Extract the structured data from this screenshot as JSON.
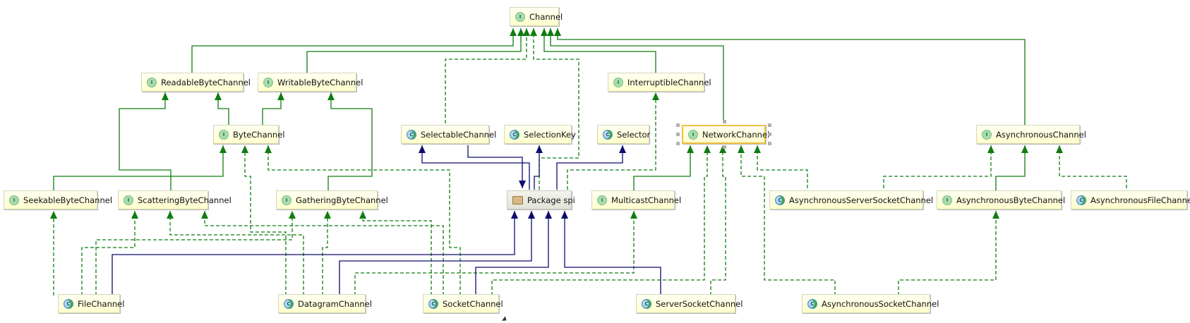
{
  "diagram": {
    "title": "java.nio.channels class hierarchy",
    "colors": {
      "inherit": "#107c10",
      "dependency": "#0c0c6e",
      "selection": "#f0c040"
    },
    "nodes": [
      {
        "id": "channel",
        "label": "Channel",
        "kind": "interface"
      },
      {
        "id": "readable",
        "label": "ReadableByteChannel",
        "kind": "interface"
      },
      {
        "id": "writable",
        "label": "WritableByteChannel",
        "kind": "interface"
      },
      {
        "id": "interruptible",
        "label": "InterruptibleChannel",
        "kind": "interface"
      },
      {
        "id": "bytechannel",
        "label": "ByteChannel",
        "kind": "interface"
      },
      {
        "id": "selectable",
        "label": "SelectableChannel",
        "kind": "abstract-class"
      },
      {
        "id": "selectionkey",
        "label": "SelectionKey",
        "kind": "abstract-class"
      },
      {
        "id": "selector",
        "label": "Selector",
        "kind": "abstract-class"
      },
      {
        "id": "network",
        "label": "NetworkChannel",
        "kind": "interface",
        "selected": true
      },
      {
        "id": "async",
        "label": "AsynchronousChannel",
        "kind": "interface"
      },
      {
        "id": "seekable",
        "label": "SeekableByteChannel",
        "kind": "interface"
      },
      {
        "id": "scattering",
        "label": "ScatteringByteChannel",
        "kind": "interface"
      },
      {
        "id": "gathering",
        "label": "GatheringByteChannel",
        "kind": "interface"
      },
      {
        "id": "spi",
        "label": "Package spi",
        "kind": "package"
      },
      {
        "id": "multicast",
        "label": "MulticastChannel",
        "kind": "interface"
      },
      {
        "id": "asyncserversocket",
        "label": "AsynchronousServerSocketChannel",
        "kind": "abstract-class"
      },
      {
        "id": "asyncbyte",
        "label": "AsynchronousByteChannel",
        "kind": "interface"
      },
      {
        "id": "asyncfile",
        "label": "AsynchronousFileChannel",
        "kind": "abstract-class"
      },
      {
        "id": "filechannel",
        "label": "FileChannel",
        "kind": "abstract-class"
      },
      {
        "id": "datagram",
        "label": "DatagramChannel",
        "kind": "abstract-class"
      },
      {
        "id": "socket",
        "label": "SocketChannel",
        "kind": "abstract-class"
      },
      {
        "id": "serversocket",
        "label": "ServerSocketChannel",
        "kind": "abstract-class"
      },
      {
        "id": "asyncsocket",
        "label": "AsynchronousSocketChannel",
        "kind": "abstract-class"
      }
    ],
    "edges": [
      {
        "from": "readable",
        "to": "channel",
        "type": "extends"
      },
      {
        "from": "writable",
        "to": "channel",
        "type": "extends"
      },
      {
        "from": "selectable",
        "to": "channel",
        "type": "implements"
      },
      {
        "from": "spi",
        "to": "channel",
        "type": "implements"
      },
      {
        "from": "interruptible",
        "to": "channel",
        "type": "extends"
      },
      {
        "from": "network",
        "to": "channel",
        "type": "extends"
      },
      {
        "from": "async",
        "to": "channel",
        "type": "extends"
      },
      {
        "from": "bytechannel",
        "to": "readable",
        "type": "extends"
      },
      {
        "from": "bytechannel",
        "to": "writable",
        "type": "extends"
      },
      {
        "from": "scattering",
        "to": "readable",
        "type": "extends"
      },
      {
        "from": "gathering",
        "to": "writable",
        "type": "extends"
      },
      {
        "from": "seekable",
        "to": "bytechannel",
        "type": "extends"
      },
      {
        "from": "socket",
        "to": "bytechannel",
        "type": "implements"
      },
      {
        "from": "datagram",
        "to": "bytechannel",
        "type": "implements"
      },
      {
        "from": "spi",
        "to": "interruptible",
        "type": "implements"
      },
      {
        "from": "spi",
        "to": "selectable",
        "type": "uses"
      },
      {
        "from": "selectable",
        "to": "spi",
        "type": "uses"
      },
      {
        "from": "spi",
        "to": "selectionkey",
        "type": "uses"
      },
      {
        "from": "spi",
        "to": "selector",
        "type": "uses"
      },
      {
        "from": "multicast",
        "to": "network",
        "type": "extends"
      },
      {
        "from": "serversocket",
        "to": "network",
        "type": "implements"
      },
      {
        "from": "socket",
        "to": "network",
        "type": "implements"
      },
      {
        "from": "asyncsocket",
        "to": "network",
        "type": "implements"
      },
      {
        "from": "asyncserversocket",
        "to": "network",
        "type": "implements"
      },
      {
        "from": "asyncserversocket",
        "to": "async",
        "type": "implements"
      },
      {
        "from": "asyncbyte",
        "to": "async",
        "type": "extends"
      },
      {
        "from": "asyncfile",
        "to": "async",
        "type": "implements"
      },
      {
        "from": "asyncsocket",
        "to": "asyncbyte",
        "type": "implements"
      },
      {
        "from": "filechannel",
        "to": "seekable",
        "type": "implements"
      },
      {
        "from": "filechannel",
        "to": "scattering",
        "type": "implements"
      },
      {
        "from": "filechannel",
        "to": "gathering",
        "type": "implements"
      },
      {
        "from": "datagram",
        "to": "scattering",
        "type": "implements"
      },
      {
        "from": "datagram",
        "to": "gathering",
        "type": "implements"
      },
      {
        "from": "socket",
        "to": "scattering",
        "type": "implements"
      },
      {
        "from": "socket",
        "to": "gathering",
        "type": "implements"
      },
      {
        "from": "datagram",
        "to": "multicast",
        "type": "implements"
      },
      {
        "from": "filechannel",
        "to": "spi",
        "type": "uses"
      },
      {
        "from": "datagram",
        "to": "spi",
        "type": "uses"
      },
      {
        "from": "socket",
        "to": "spi",
        "type": "uses"
      },
      {
        "from": "serversocket",
        "to": "spi",
        "type": "uses"
      }
    ]
  }
}
